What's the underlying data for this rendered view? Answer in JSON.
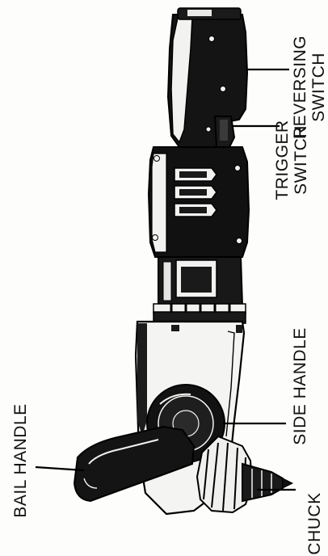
{
  "labels": {
    "bail_handle": "BAIL HANDLE",
    "chuck": "CHUCK",
    "side_handle": "SIDE HANDLE",
    "trigger_switch_line1": "TRIGGER",
    "trigger_switch_line2": "SWITCH",
    "reversing_switch_line1": "REVERSING",
    "reversing_switch_line2": "SWITCH"
  },
  "colors": {
    "ink": "#111111",
    "paper": "#fdfdfb"
  }
}
